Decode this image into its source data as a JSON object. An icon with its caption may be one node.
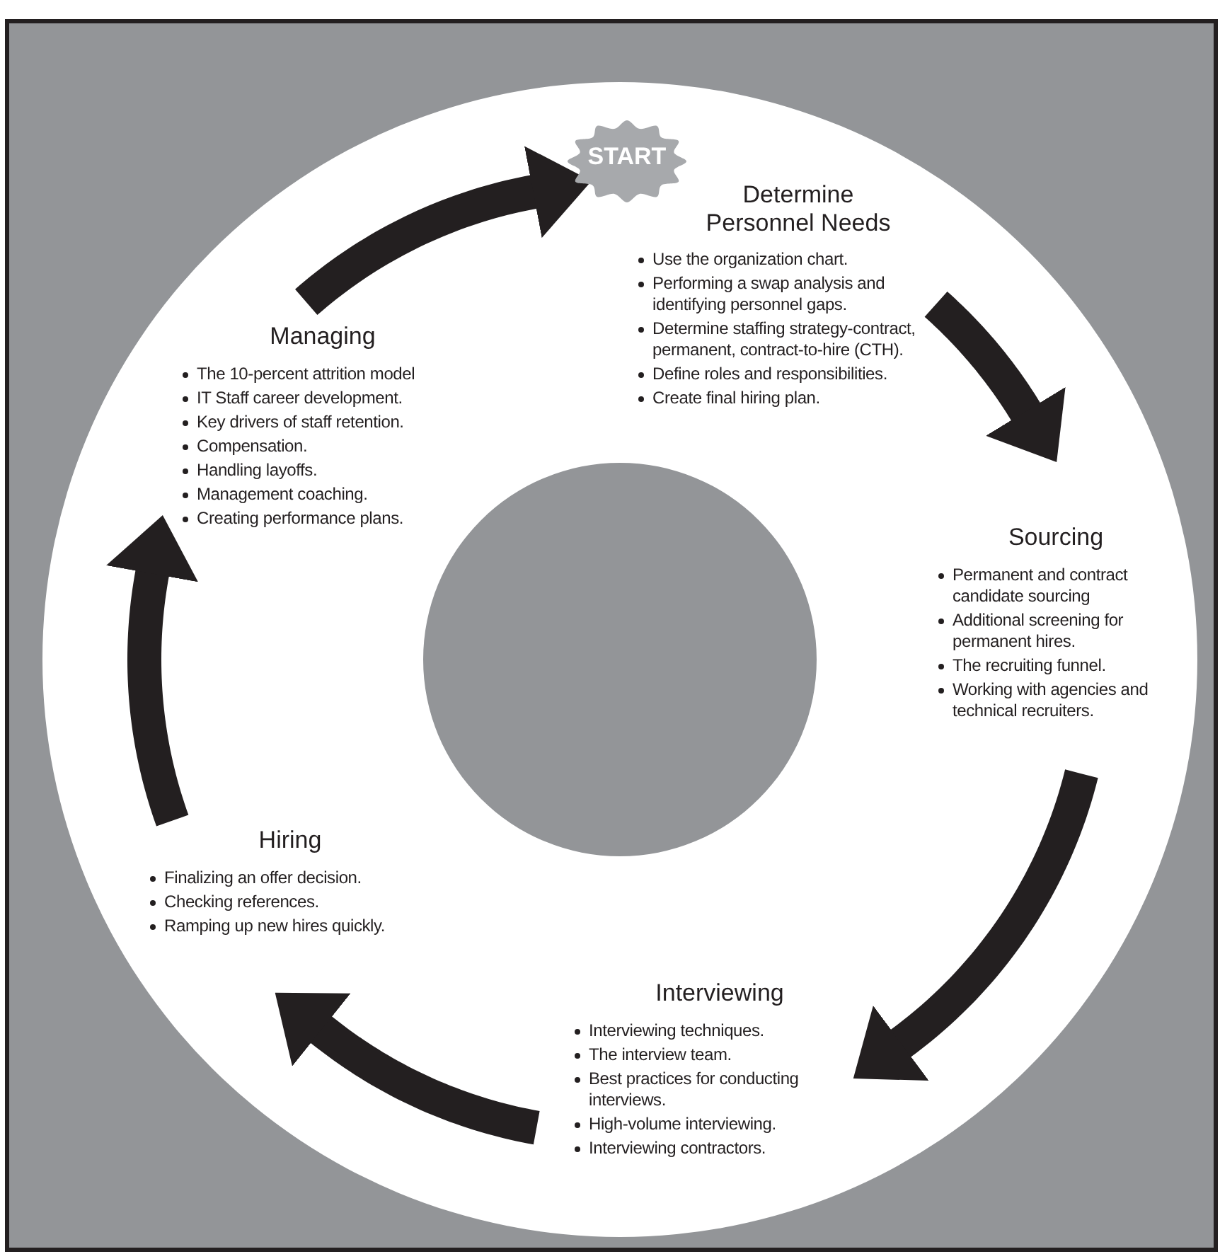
{
  "diagram": {
    "nodes": [
      {
        "text": [
          "START"
        ]
      },
      {
        "text": [
          "Determine Personnel Needs",
          "Use the organization chart.",
          "Performing a swap analysis and identifying personnel gaps.",
          "Determine staffing strategy-contract, permanent, contract-to-hire (CTH).",
          "Define roles and responsibilities.",
          "Create final hiring plan."
        ]
      },
      {
        "text": [
          "Sourcing",
          "Permanent and contract candidate sourcing",
          "Additional screening for permanent hires.",
          "The recruiting funnel.",
          "Working with agencies and technical recruiters."
        ]
      },
      {
        "text": [
          "Interviewing",
          "Interviewing techniques.",
          "The interview team.",
          "Best practices for conducting interviews.",
          "High-volume interviewing.",
          "Interviewing contractors."
        ]
      },
      {
        "text": [
          "Hiring",
          "Finalizing an offer decision.",
          "Checking references.",
          "Ramping up new hires quickly."
        ]
      },
      {
        "text": [
          "Managing",
          "The 10-percent attrition model",
          "IT Staff career development.",
          "Key drivers of staff retention.",
          "Compensation.",
          "Handling layoffs.",
          "Management coaching.",
          "Creating performance plans."
        ]
      }
    ],
    "edges": [
      {
        "from": 5,
        "to": 0,
        "arrow": "to"
      },
      {
        "from": 1,
        "to": 2,
        "arrow": "to"
      },
      {
        "from": 2,
        "to": 3,
        "arrow": "to"
      },
      {
        "from": 3,
        "to": 4,
        "arrow": "to"
      },
      {
        "from": 4,
        "to": 5,
        "arrow": "to"
      }
    ]
  }
}
